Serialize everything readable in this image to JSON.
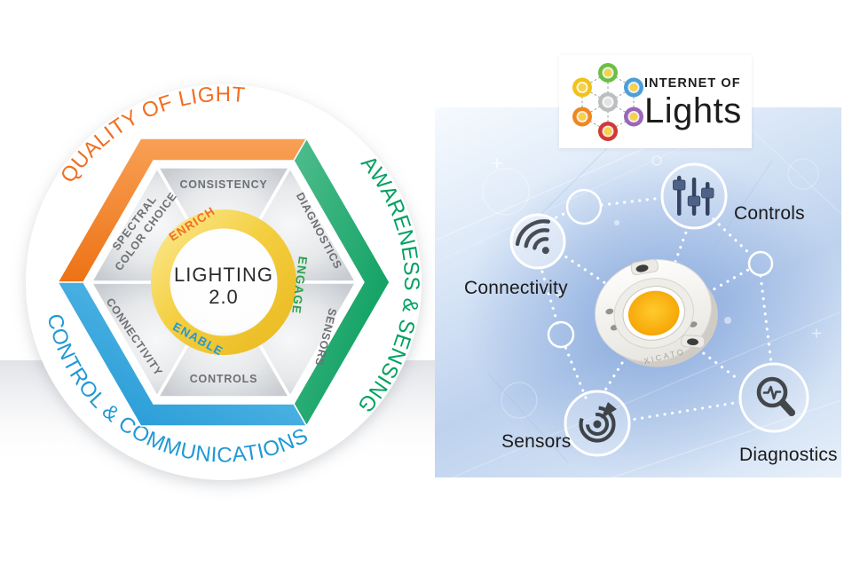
{
  "left_diagram": {
    "arc_labels": {
      "top": "QUALITY OF LIGHT",
      "right": "AWARENESS & SENSING",
      "bottom": "CONTROL & COMMUNICATIONS"
    },
    "segments": {
      "top": "CONSISTENCY",
      "upper_right": "DIAGNOSTICS",
      "lower_right": "SENSORS",
      "bottom": "CONTROLS",
      "lower_left": "CONNECTIVITY",
      "upper_left_line1": "SPECTRAL",
      "upper_left_line2": "COLOR CHOICE"
    },
    "ring": {
      "enrich": "ENRICH",
      "engage": "ENGAGE",
      "enable": "ENABLE"
    },
    "center": {
      "line1": "LIGHTING",
      "line2": "2.0"
    },
    "colors": {
      "band_orange": "#F1801F",
      "band_green": "#12A364",
      "band_blue": "#2E9FD9",
      "arc_orange": "#F26E21",
      "arc_green": "#00A160",
      "arc_blue": "#2099D6",
      "ring_gold": "#F2CA39",
      "enrich": "#F26E21",
      "engage": "#2BA14B",
      "enable": "#2099D6"
    }
  },
  "logo": {
    "line1": "INTERNET OF",
    "line2": "Lights"
  },
  "network": {
    "labels": {
      "controls": "Controls",
      "connectivity": "Connectivity",
      "sensors": "Sensors",
      "diagnostics": "Diagnostics"
    },
    "module_brand": "XICATO"
  }
}
